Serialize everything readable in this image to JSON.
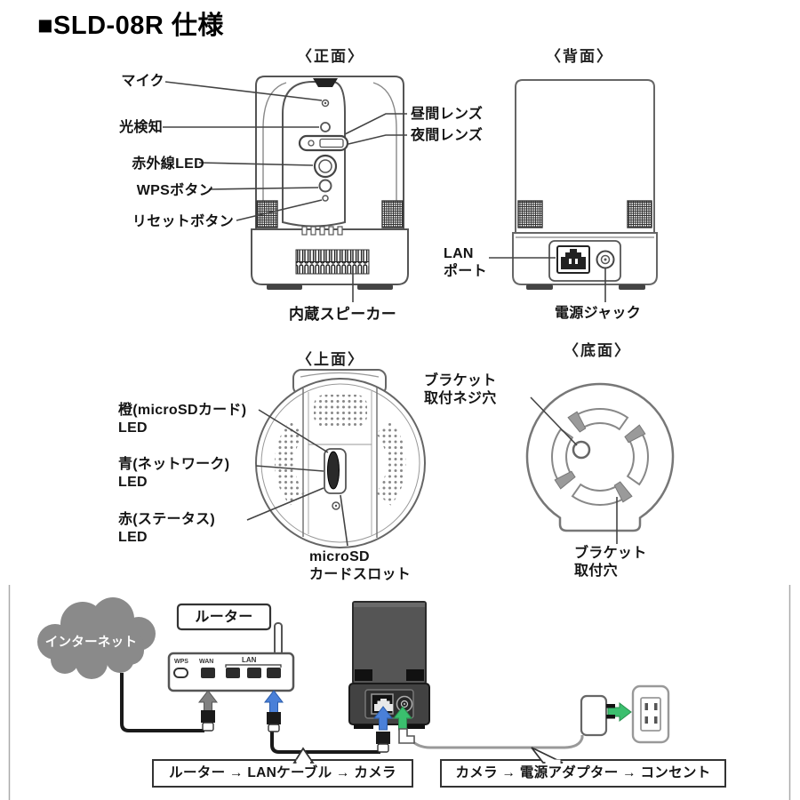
{
  "title": "■SLD-08R 仕様",
  "sections": {
    "front": {
      "header": "〈正面〉",
      "labels": {
        "mic": "マイク",
        "light": "光検知",
        "ir_led": "赤外線LED",
        "wps": "WPSボタン",
        "reset": "リセットボタン",
        "day_lens": "昼間レンズ",
        "night_lens": "夜間レンズ",
        "speaker": "内蔵スピーカー"
      }
    },
    "back": {
      "header": "〈背面〉",
      "labels": {
        "lan_l1": "LAN",
        "lan_l2": "ポート",
        "power_jack": "電源ジャック"
      }
    },
    "top": {
      "header": "〈上面〉",
      "labels": {
        "orange_l1": "橙(microSDカード)",
        "orange_l2": "LED",
        "blue_l1": "青(ネットワーク)",
        "blue_l2": "LED",
        "red_l1": "赤(ステータス)",
        "red_l2": "LED",
        "slot_l1": "microSD",
        "slot_l2": "カードスロット"
      }
    },
    "bottom": {
      "header": "〈底面〉",
      "labels": {
        "screw_l1": "ブラケット",
        "screw_l2": "取付ネジ穴",
        "hole_l1": "ブラケット",
        "hole_l2": "取付穴"
      }
    }
  },
  "connection": {
    "internet": "インターネット",
    "router": "ルーター",
    "ports": {
      "wps": "WPS",
      "wan": "WAN",
      "lan": "LAN"
    },
    "flow_lan": "ルーター → LANケーブル → カメラ",
    "flow_power": "カメラ → 電源アダプター → コンセント"
  },
  "colors": {
    "arrow_blue": "#4a80d8",
    "arrow_green": "#3bbf6e",
    "arrow_gray": "#808080",
    "cloud_gray": "#8a8a8a"
  }
}
